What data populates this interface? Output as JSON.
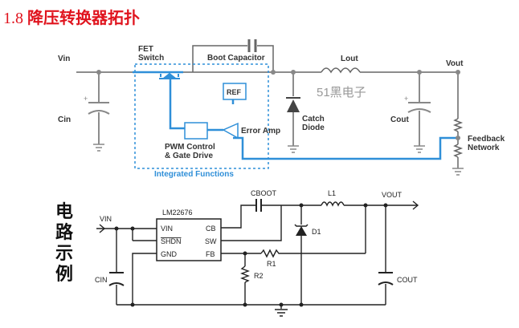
{
  "title": {
    "number": "1.8",
    "text": "降压转换器拓扑"
  },
  "top_diagram": {
    "vin": "Vin",
    "cin": "Cin",
    "fet_line1": "FET",
    "fet_line2": "Switch",
    "boot_cap": "Boot Capacitor",
    "lout": "Lout",
    "vout": "Vout",
    "watermark": "51黑电子",
    "ref": "REF",
    "catch_line1": "Catch",
    "catch_line2": "Diode",
    "cout": "Cout",
    "pwm_line1": "PWM Control",
    "pwm_line2": "& Gate Drive",
    "error_amp": "Error Amp",
    "feedback_line1": "Feedback",
    "feedback_line2": "Network",
    "integrated": "Integrated Functions"
  },
  "side_label": [
    "电",
    "路",
    "示",
    "例"
  ],
  "bottom_diagram": {
    "vin": "VIN",
    "chip": "LM22676",
    "pin_vin": "VIN",
    "pin_shdn": "SHDN",
    "pin_gnd": "GND",
    "pin_cb": "CB",
    "pin_sw": "SW",
    "pin_fb": "FB",
    "cboot": "CBOOT",
    "l1": "L1",
    "vout": "VOUT",
    "d1": "D1",
    "r1": "R1",
    "r2": "R2",
    "cin": "CIN",
    "cout": "COUT"
  },
  "colors": {
    "title": "#e0141e",
    "bus": "#2f8fd8",
    "wire": "#555555",
    "box_border": "#2f8fd8"
  }
}
